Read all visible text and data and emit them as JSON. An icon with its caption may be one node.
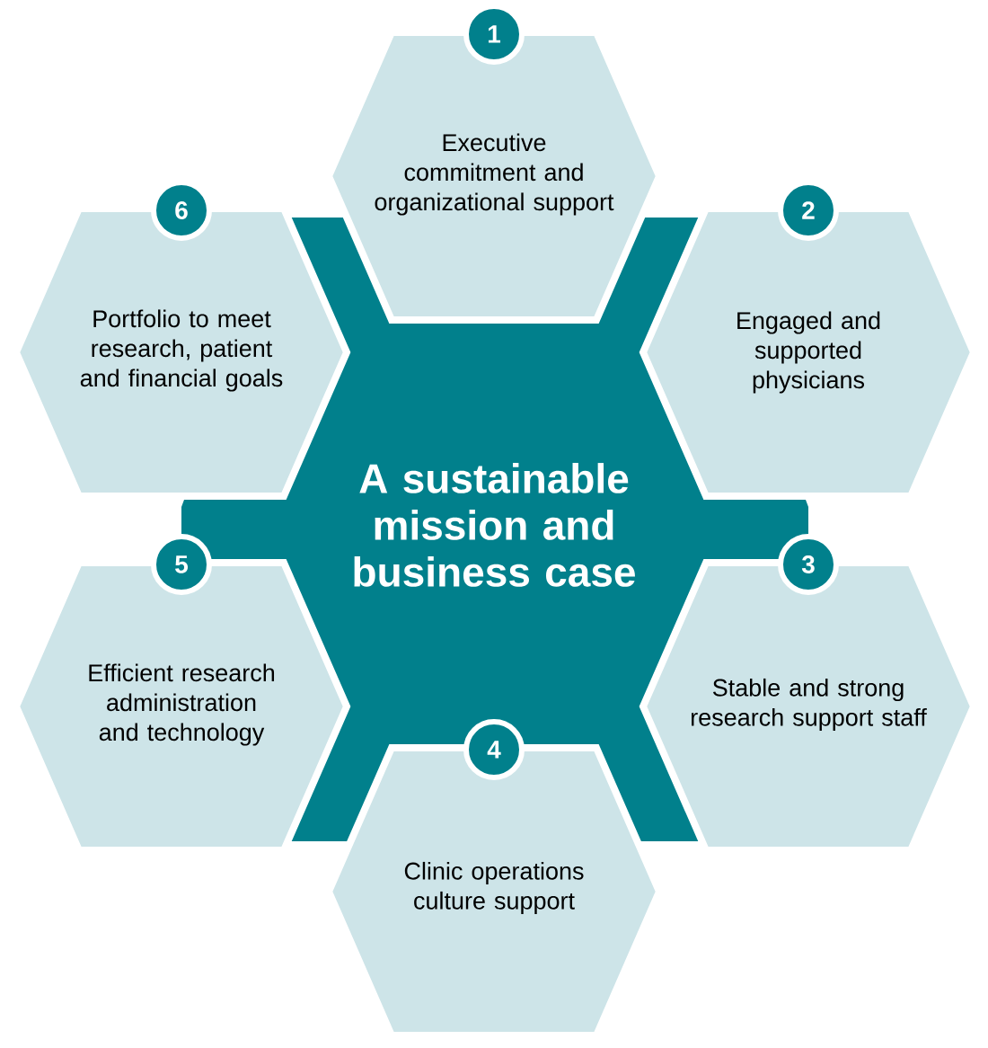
{
  "diagram": {
    "nodes": [
      {
        "text": [
          "A sustainable mission and business case"
        ]
      },
      {
        "text": [
          "1",
          "Executive commitment and organizational support"
        ]
      },
      {
        "text": [
          "2",
          "Engaged and supported physicians"
        ]
      },
      {
        "text": [
          "3",
          "Stable and strong research support staff"
        ]
      },
      {
        "text": [
          "4",
          "Clinic operations culture support"
        ]
      },
      {
        "text": [
          "5",
          "Efficient research administration and technology"
        ]
      },
      {
        "text": [
          "6",
          "Portfolio to meet research, patient and financial goals"
        ]
      }
    ]
  }
}
